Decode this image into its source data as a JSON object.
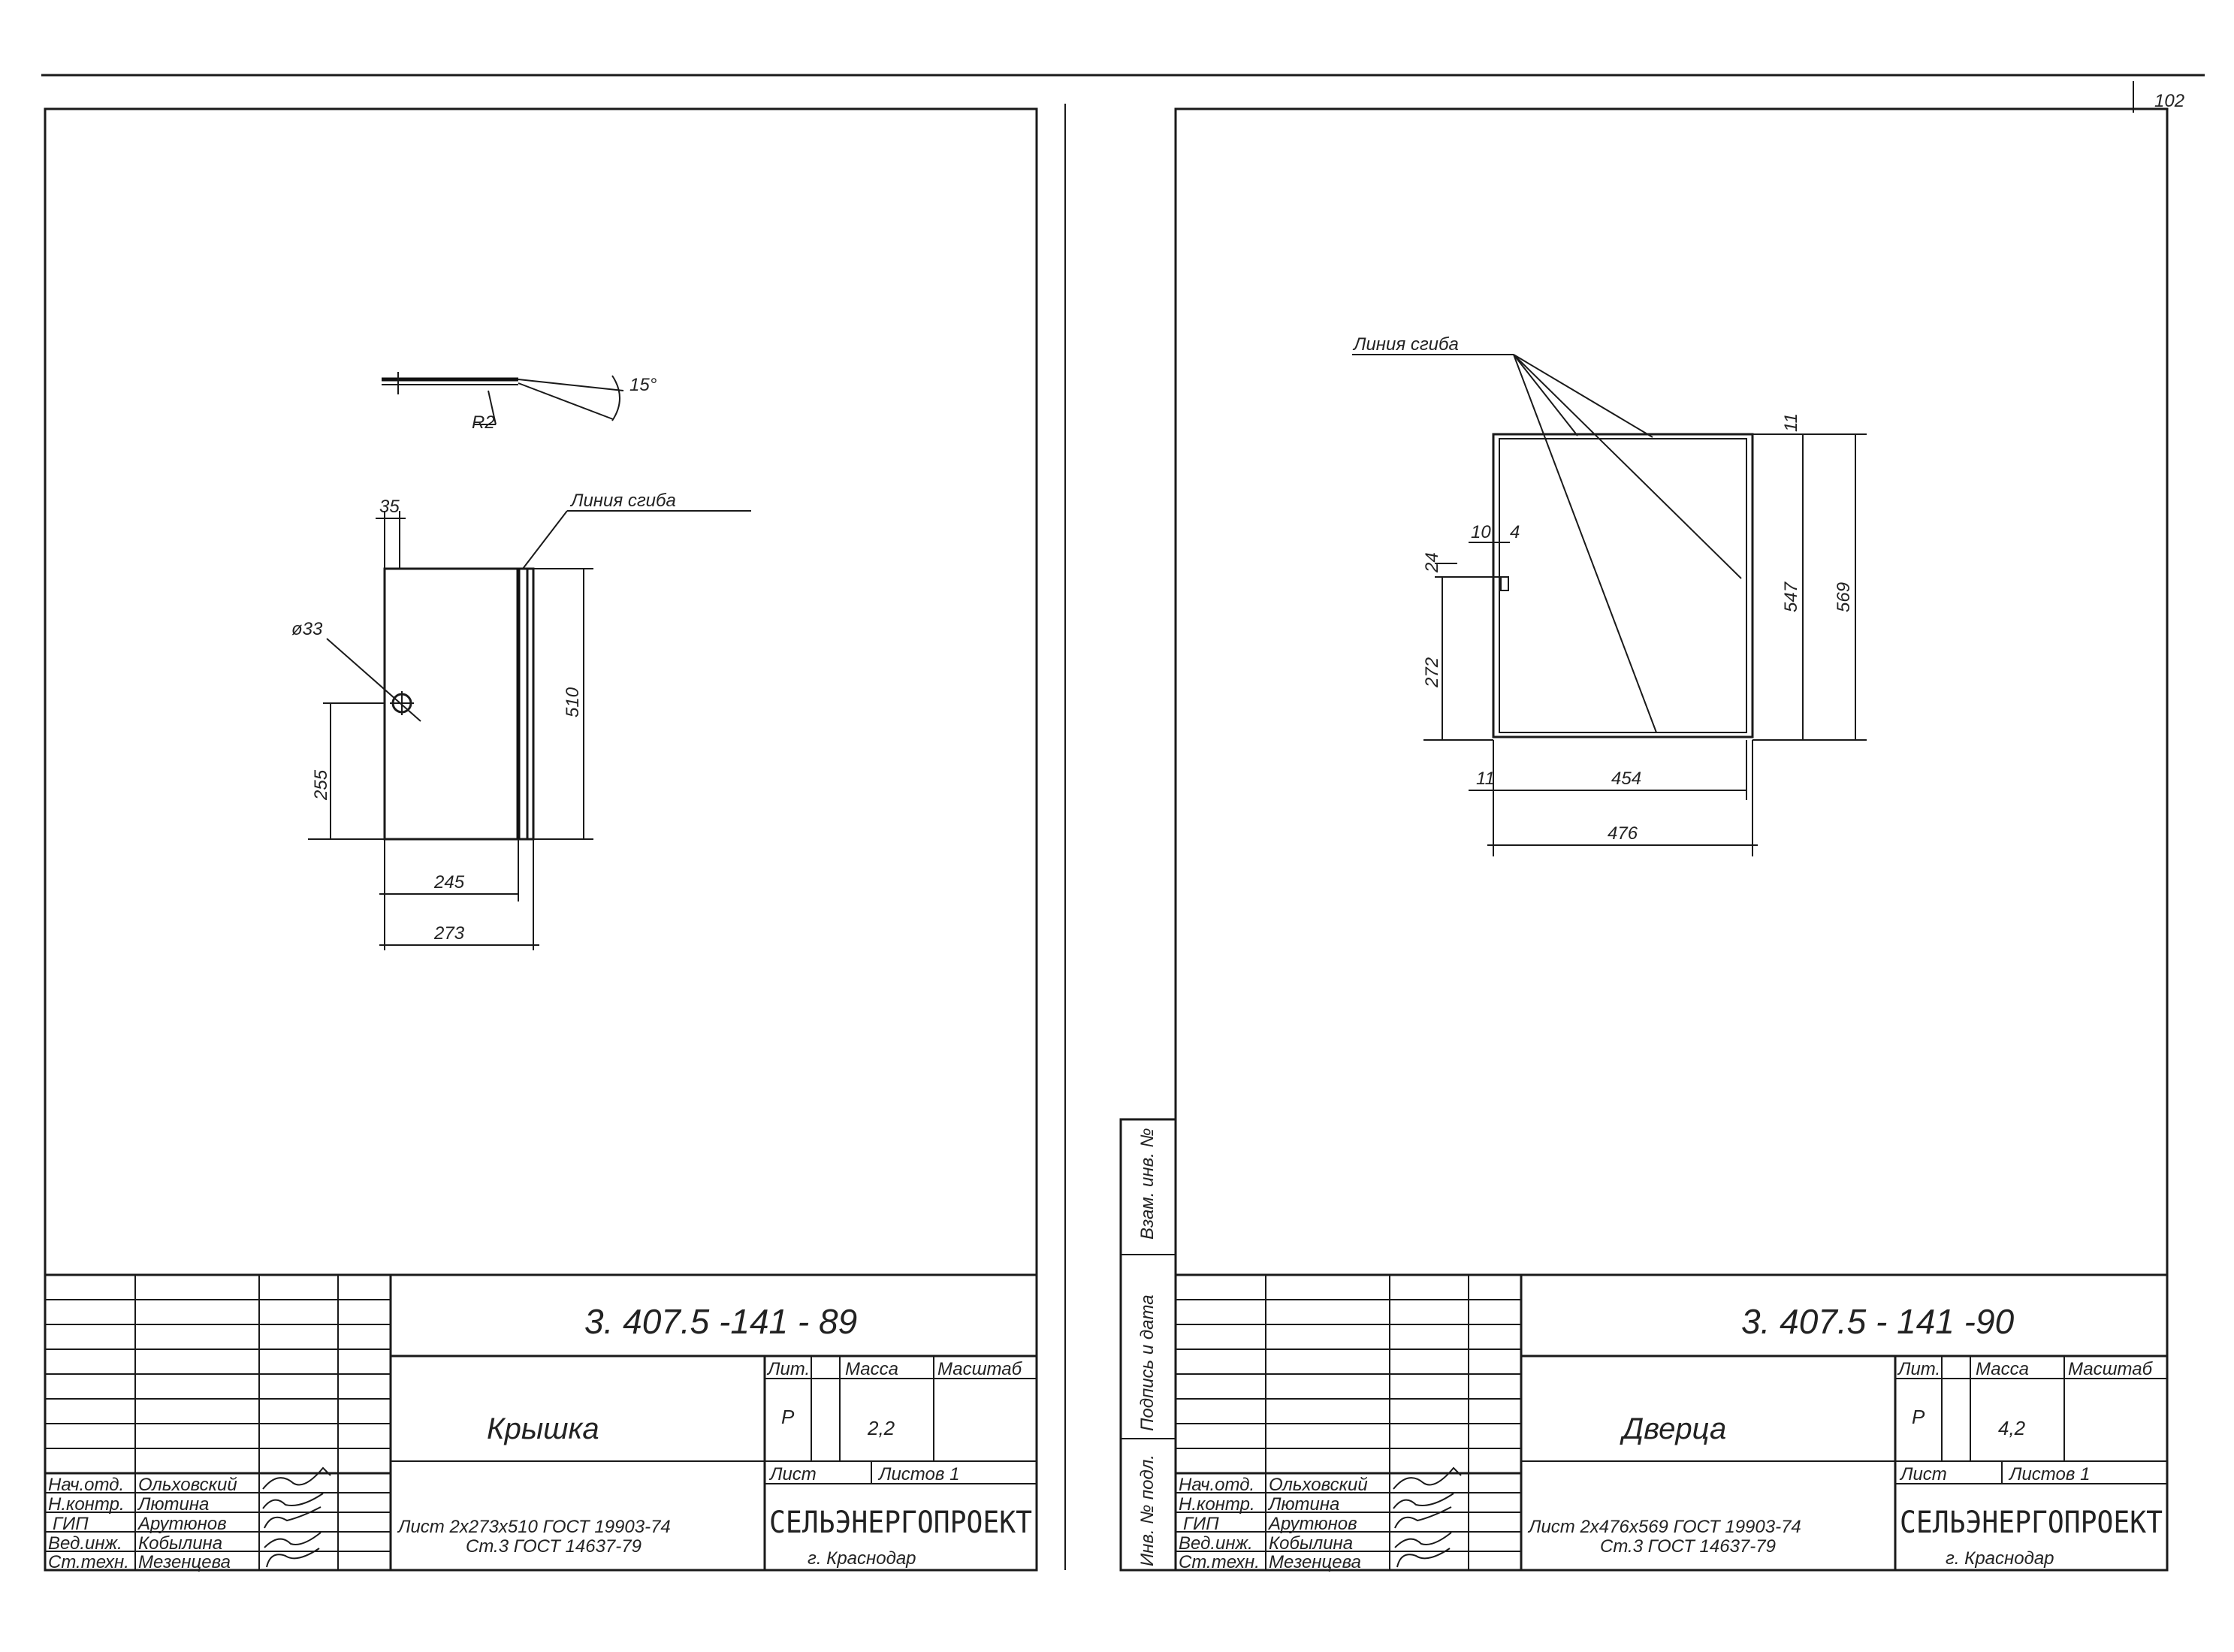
{
  "page_number": "102",
  "left_sheet": {
    "doc_code": "3. 407.5 -141 - 89",
    "part_name": "Крышка",
    "lit_header": "Лит.",
    "mass_header": "Масса",
    "scale_header": "Масштаб",
    "lit_value": "Р",
    "mass_value": "2,2",
    "sheet_label": "Лист",
    "sheets_label": "Листов 1",
    "material_line1": "Лист 2x273x510 ГОСТ 19903-74",
    "material_line2": "Ст.3 ГОСТ 14637-79",
    "org_name": "СЕЛЬЭНЕРГОПРОЕКТ",
    "org_city": "г. Краснодар",
    "stamp_roles": [
      "Нач.отд.",
      "Н.контр.",
      "ГИП",
      "Вед.инж.",
      "Ст.техн."
    ],
    "stamp_names": [
      "Ольховский",
      "Лютина",
      "Арутюнов",
      "Кобылина",
      "Мезенцева"
    ],
    "drawing": {
      "bend_line_label": "Линия сгиба",
      "angle_label": "15°",
      "radius_label": "R2",
      "hole_label": "ø33",
      "dim_top": "35",
      "dim_height": "510",
      "dim_hole": "255",
      "dim_inner_width": "245",
      "dim_width": "273"
    }
  },
  "right_sheet": {
    "doc_code": "3. 407.5 - 141 -90",
    "part_name": "Дверца",
    "lit_header": "Лит.",
    "mass_header": "Масса",
    "scale_header": "Масштаб",
    "lit_value": "Р",
    "mass_value": "4,2",
    "sheet_label": "Лист",
    "sheets_label": "Листов 1",
    "material_line1": "Лист 2x476x569 ГОСТ 19903-74",
    "material_line2": "Ст.3 ГОСТ 14637-79",
    "org_name": "СЕЛЬЭНЕРГОПРОЕКТ",
    "org_city": "г. Краснодар",
    "stamp_roles": [
      "Нач.отд.",
      "Н.контр.",
      "ГИП",
      "Вед.инж.",
      "Ст.техн."
    ],
    "stamp_names": [
      "Ольховский",
      "Лютина",
      "Арутюнов",
      "Кобылина",
      "Мезенцева"
    ],
    "side_labels": [
      "Инв. № подл.",
      "Подпись и дата",
      "Взам. инв. №"
    ],
    "drawing": {
      "bend_line_label": "Линия сгиба",
      "dim_top": "11",
      "dim_10": "10",
      "dim_4": "4",
      "dim_24": "24",
      "dim_272": "272",
      "dim_547": "547",
      "dim_569": "569",
      "dim_11": "11",
      "dim_454": "454",
      "dim_476": "476"
    }
  }
}
